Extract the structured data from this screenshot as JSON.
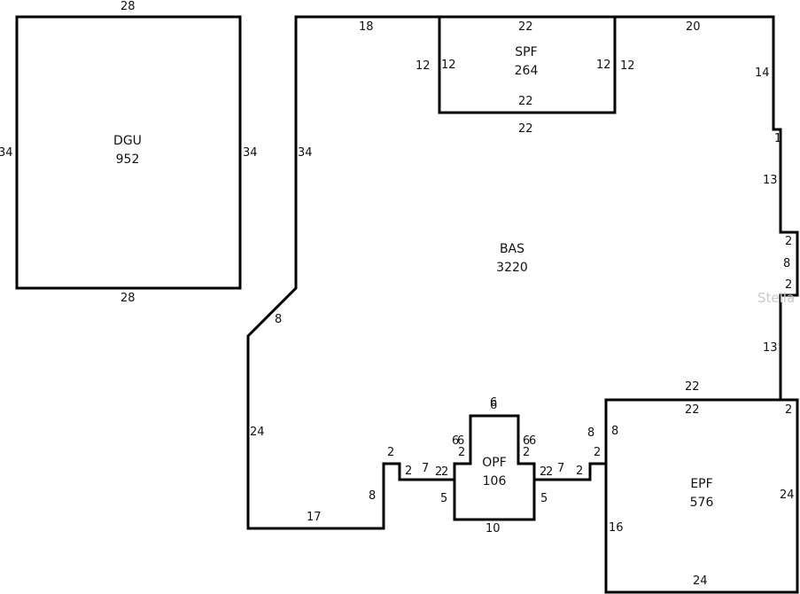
{
  "areas": {
    "dgu": {
      "name": "DGU",
      "value": "952"
    },
    "spf": {
      "name": "SPF",
      "value": "264"
    },
    "bas": {
      "name": "BAS",
      "value": "3220"
    },
    "opf": {
      "name": "OPF",
      "value": "106"
    },
    "epf": {
      "name": "EPF",
      "value": "576"
    }
  },
  "dims": {
    "dgu_top": "28",
    "dgu_left": "34",
    "dgu_right": "34",
    "dgu_bottom": "28",
    "bas_top_left": "18",
    "bas_top_right": "20",
    "bas_left_upper": "34",
    "bas_diag": "8",
    "bas_left_lower": "24",
    "bas_bottom_left": "17",
    "bas_step_left_v": "8",
    "bas_step_left_h": "2",
    "bas_step_left_h2": "2",
    "bas_walk_left": "7",
    "spf_top": "22",
    "spf_bottom_in": "22",
    "spf_bottom_out": "22",
    "spf_left_out": "12",
    "spf_left_in": "12",
    "spf_right_in": "12",
    "spf_right_out": "12",
    "bas_right_14": "14",
    "bas_right_1": "1",
    "bas_right_13a": "13",
    "bas_right_2a": "2",
    "bas_right_8": "8",
    "bas_right_2b": "2",
    "bas_right_13b": "13",
    "bas_epf_top": "22",
    "opf_top_a": "6",
    "opf_top_b": "6",
    "opf_left_6a": "6",
    "opf_left_6b": "6",
    "opf_left_2a": "2",
    "opf_left_2b": "2",
    "opf_left_2c": "2",
    "opf_left_5": "5",
    "opf_right_6a": "6",
    "opf_right_6b": "6",
    "opf_right_2a": "2",
    "opf_right_2b": "2",
    "opf_right_2c": "2",
    "opf_right_5": "5",
    "opf_bottom": "10",
    "bas_walk_right": "7",
    "bas_step_right_h": "2",
    "bas_step_right_v2": "2",
    "bas_step_right_8": "8",
    "epf_top_in": "22",
    "epf_left_8": "8",
    "epf_top_right_2": "2",
    "epf_right": "24",
    "epf_left_16": "16",
    "epf_bottom": "24"
  },
  "watermark": "Stella"
}
